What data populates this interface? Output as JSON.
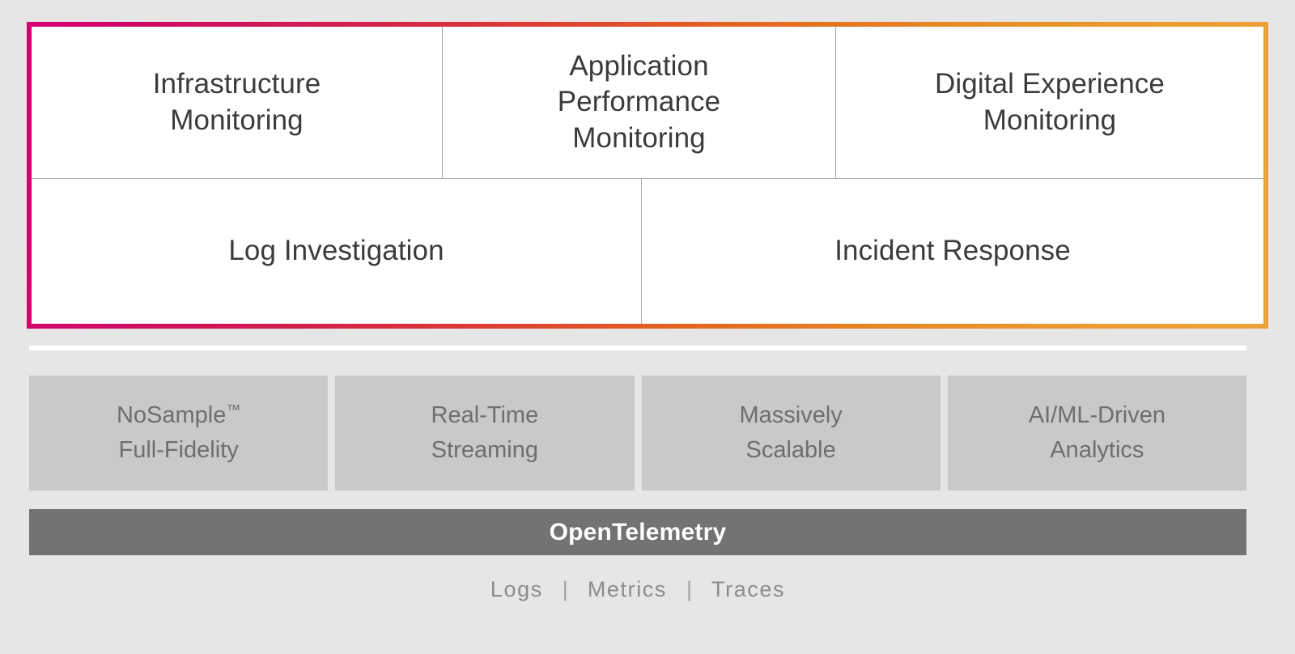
{
  "colors": {
    "page_background": "#e6e6e6",
    "panel_fill": "#ffffff",
    "gradient_start": "#d4006f",
    "gradient_mid": "#dc3f33",
    "gradient_end": "#eca23a",
    "cell_divider": "#a9a9a9",
    "usecase_text": "#3b3b3b",
    "feature_box_fill": "#c9c9c9",
    "feature_text": "#6e6e6e",
    "otel_bar_fill": "#737373",
    "otel_text": "#ffffff",
    "signals_text": "#8c8c8c",
    "separator_rule": "#ffffff"
  },
  "usecase_panel": {
    "rows": [
      {
        "cells": [
          {
            "label": "Infrastructure\nMonitoring"
          },
          {
            "label": "Application\nPerformance\nMonitoring"
          },
          {
            "label": "Digital Experience\nMonitoring"
          }
        ]
      },
      {
        "cells": [
          {
            "label": "Log Investigation"
          },
          {
            "label": "Incident Response"
          }
        ]
      }
    ]
  },
  "features": [
    {
      "label_line1": "NoSample",
      "trademark": "™",
      "label_line2": "Full-Fidelity"
    },
    {
      "label_line1": "Real-Time",
      "trademark": "",
      "label_line2": "Streaming"
    },
    {
      "label_line1": "Massively",
      "trademark": "",
      "label_line2": "Scalable"
    },
    {
      "label_line1": "AI/ML-Driven",
      "trademark": "",
      "label_line2": "Analytics"
    }
  ],
  "foundation": {
    "bar_label": "OpenTelemetry"
  },
  "signals": {
    "items": [
      "Logs",
      "Metrics",
      "Traces"
    ],
    "separator": "|"
  }
}
